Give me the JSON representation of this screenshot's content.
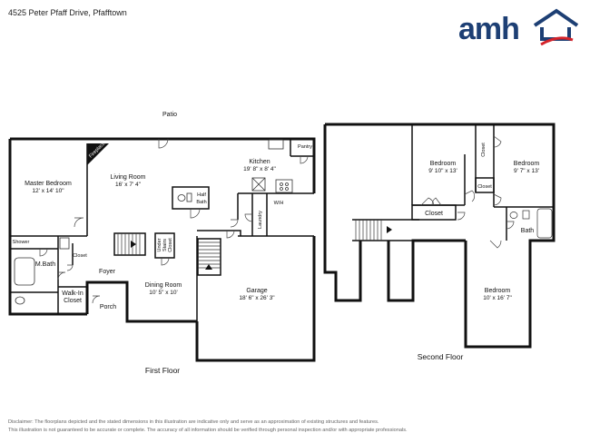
{
  "header": {
    "address": "4525 Peter Pfaff Drive, Pfafftown"
  },
  "brand": {
    "name": "amh",
    "color": "#1d3f74",
    "accent": "#d5232a",
    "icon": "house-roof-icon"
  },
  "first_floor": {
    "label": "First Floor",
    "outside_labels": {
      "patio": "Patio",
      "porch": "Porch"
    },
    "rooms": {
      "fireplace": "Fireplace",
      "master_bedroom": {
        "name": "Master Bedroom",
        "dims": "12' x 14' 10\""
      },
      "living_room": {
        "name": "Living Room",
        "dims": "16' x 7' 4\""
      },
      "kitchen": {
        "name": "Kitchen",
        "dims": "19' 8\" x 8' 4\""
      },
      "pantry": "Pantry",
      "half_bath": [
        "Half",
        "Bath"
      ],
      "wh": "W/H",
      "laundry": "Laundry",
      "shower": "Shower",
      "closet": "Closet",
      "m_bath": "M.Bath",
      "foyer": "Foyer",
      "under_stairs_closet": [
        "Under",
        "Stairs",
        "Closet"
      ],
      "dining_room": {
        "name": "Dining Room",
        "dims": "10' 5\" x 10'"
      },
      "garage": {
        "name": "Garage",
        "dims": "18' 6\" x 26' 3\""
      },
      "walk_in_closet": [
        "Walk-In",
        "Closet"
      ]
    }
  },
  "second_floor": {
    "label": "Second Floor",
    "rooms": {
      "bedroom_1": {
        "name": "Bedroom",
        "dims": "9' 10\" x 13'"
      },
      "bedroom_2": {
        "name": "Bedroom",
        "dims": "9' 7\" x 13'"
      },
      "bedroom_3": {
        "name": "Bedroom",
        "dims": "10' x 16' 7\""
      },
      "closet_a": "Closet",
      "closet_b": "Closet",
      "closet_c": "Closet",
      "bath": "Bath"
    }
  },
  "disclaimer": {
    "line1": "Disclaimer: The floorplans depicted and the stated dimensions in this illustration are indicative only and serve as an approximation of existing structures and features.",
    "line2": "This illustration is not guaranteed to be accurate or complete. The accuracy of all information should be verified through personal inspection and/or with appropriate professionals."
  }
}
